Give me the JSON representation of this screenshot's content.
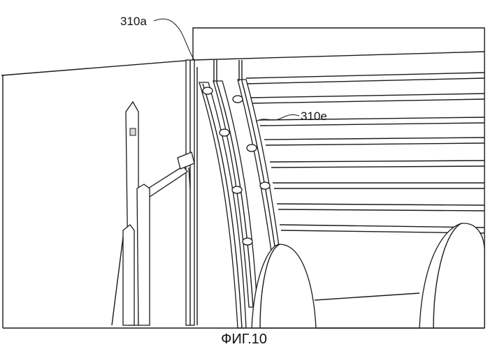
{
  "labels": {
    "ref_310a": "310a",
    "ref_310e": "310e"
  },
  "caption": "ФИГ.10"
}
